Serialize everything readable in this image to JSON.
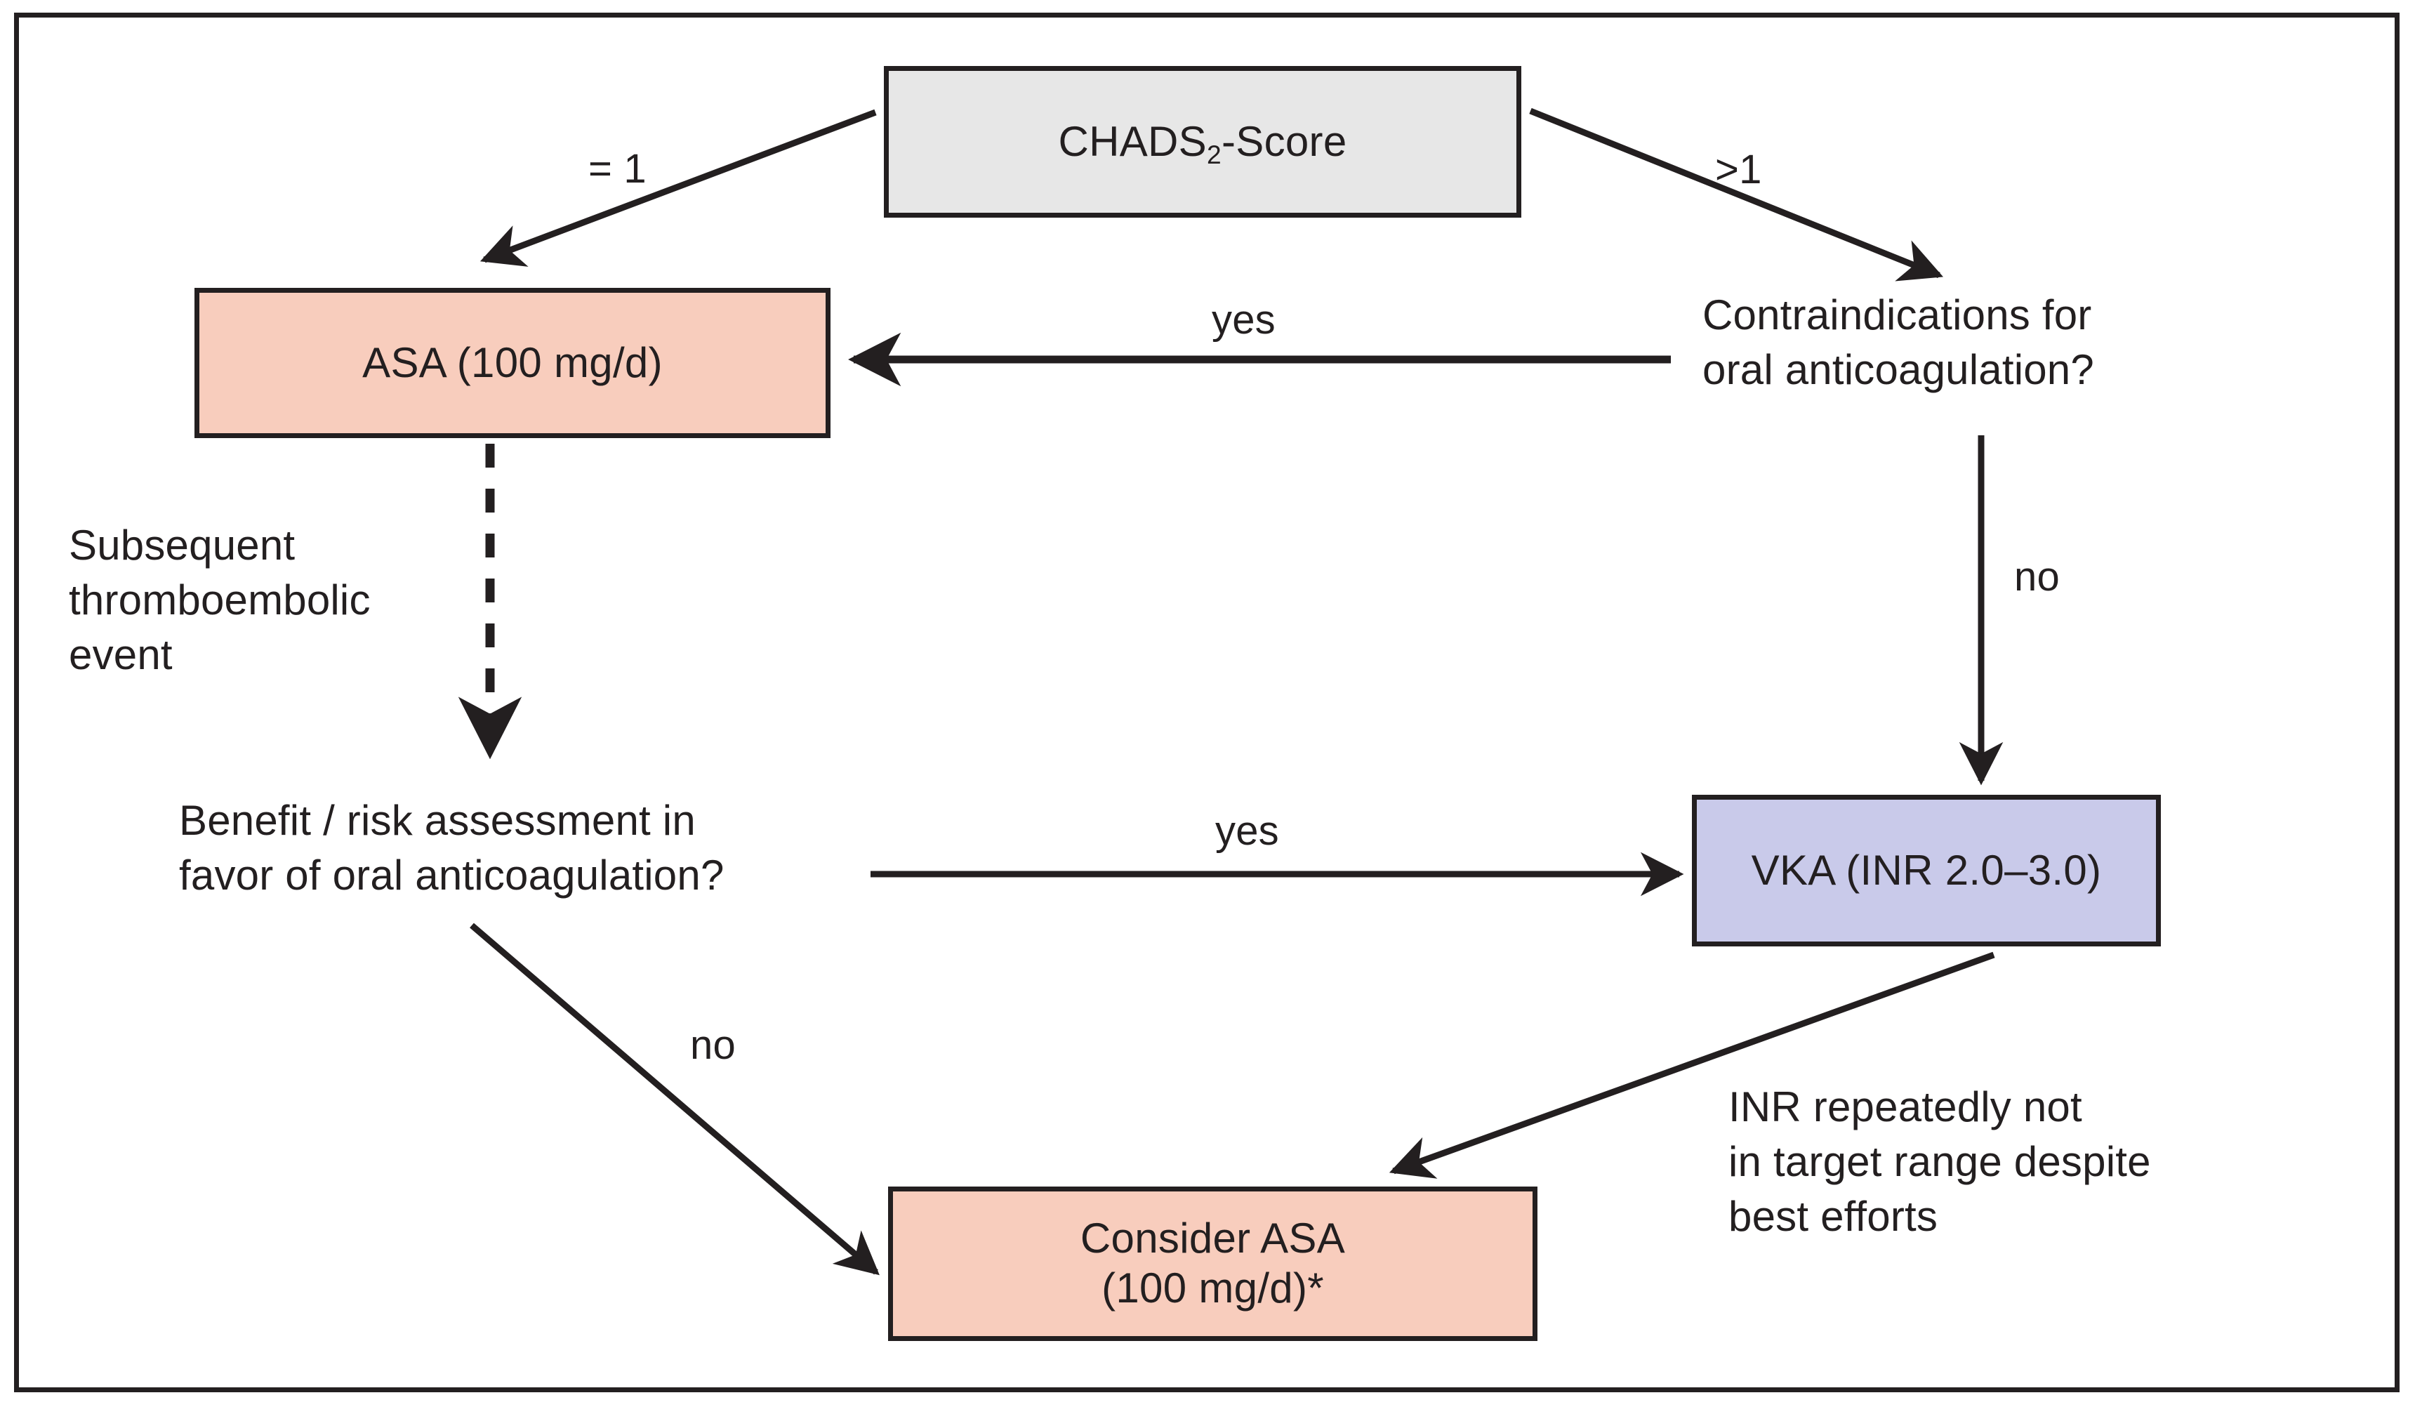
{
  "figure": {
    "type": "decision-flowchart",
    "title": "Antithrombotic therapy decision algorithm based on CHADS2 score"
  },
  "nodes": [
    {
      "id": "chads",
      "label_prefix": "CHADS",
      "label_subscript": "2",
      "label_suffix": "-Score",
      "fill": "#e7e7e7",
      "shape": "rectangle"
    },
    {
      "id": "asa",
      "label": "ASA (100 mg/d)",
      "fill": "#f8cdbd",
      "shape": "rectangle"
    },
    {
      "id": "vka",
      "label": "VKA (INR 2.0–3.0)",
      "fill": "#c9caea",
      "shape": "rectangle"
    },
    {
      "id": "consider_asa",
      "label_line1": "Consider ASA",
      "label_line2": "(100 mg/d)*",
      "fill": "#f8cdbd",
      "shape": "rectangle"
    }
  ],
  "text_blocks": [
    {
      "id": "contraindications",
      "text": "Contraindications for\noral anticoagulation?"
    },
    {
      "id": "subsequent_event",
      "text": "Subsequent\nthromboembolic\nevent"
    },
    {
      "id": "benefit_risk",
      "text": "Benefit / risk assessment in\nfavor of oral anticoagulation?"
    },
    {
      "id": "inr_note",
      "text": "INR repeatedly not\nin target range despite\nbest efforts"
    }
  ],
  "edges": [
    {
      "id": "chads_to_asa",
      "label": "= 1",
      "style": "solid",
      "from": "chads",
      "to": "asa"
    },
    {
      "id": "chads_to_contraind",
      "label": ">1",
      "style": "solid",
      "from": "chads",
      "to": "contraindications"
    },
    {
      "id": "contraind_yes_to_asa",
      "label": "yes",
      "style": "solid",
      "from": "contraindications",
      "to": "asa"
    },
    {
      "id": "contraind_no_to_vka",
      "label": "no",
      "style": "solid",
      "from": "contraindications",
      "to": "vka"
    },
    {
      "id": "asa_to_benefit",
      "label": "",
      "style": "dashed",
      "from": "asa",
      "to": "benefit_risk"
    },
    {
      "id": "benefit_yes_to_vka",
      "label": "yes",
      "style": "solid",
      "from": "benefit_risk",
      "to": "vka"
    },
    {
      "id": "benefit_no_to_consider",
      "label": "no",
      "style": "solid",
      "from": "benefit_risk",
      "to": "consider_asa"
    },
    {
      "id": "vka_to_consider",
      "label": "",
      "style": "solid",
      "from": "vka",
      "to": "consider_asa"
    }
  ],
  "colors": {
    "ink": "#231f20",
    "gray_box": "#e7e7e7",
    "peach_box": "#f8cdbd",
    "lavender_box": "#c9caea",
    "background": "#ffffff"
  }
}
